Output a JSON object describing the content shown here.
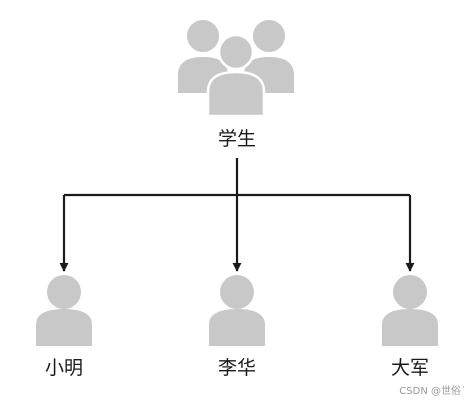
{
  "diagram": {
    "type": "hierarchy",
    "root": {
      "label": "学生",
      "icon": "user-group-icon"
    },
    "children": [
      {
        "label": "小明",
        "icon": "user-icon"
      },
      {
        "label": "李华",
        "icon": "user-icon"
      },
      {
        "label": "大军",
        "icon": "user-icon"
      }
    ],
    "colors": {
      "icon_fill": "#c8c8c8",
      "icon_stroke": "#ffffff",
      "connector": "#1a1a1a",
      "text": "#1a1a1a",
      "watermark": "#999999"
    }
  },
  "watermark": {
    "text": "CSDN @世俗˙"
  }
}
